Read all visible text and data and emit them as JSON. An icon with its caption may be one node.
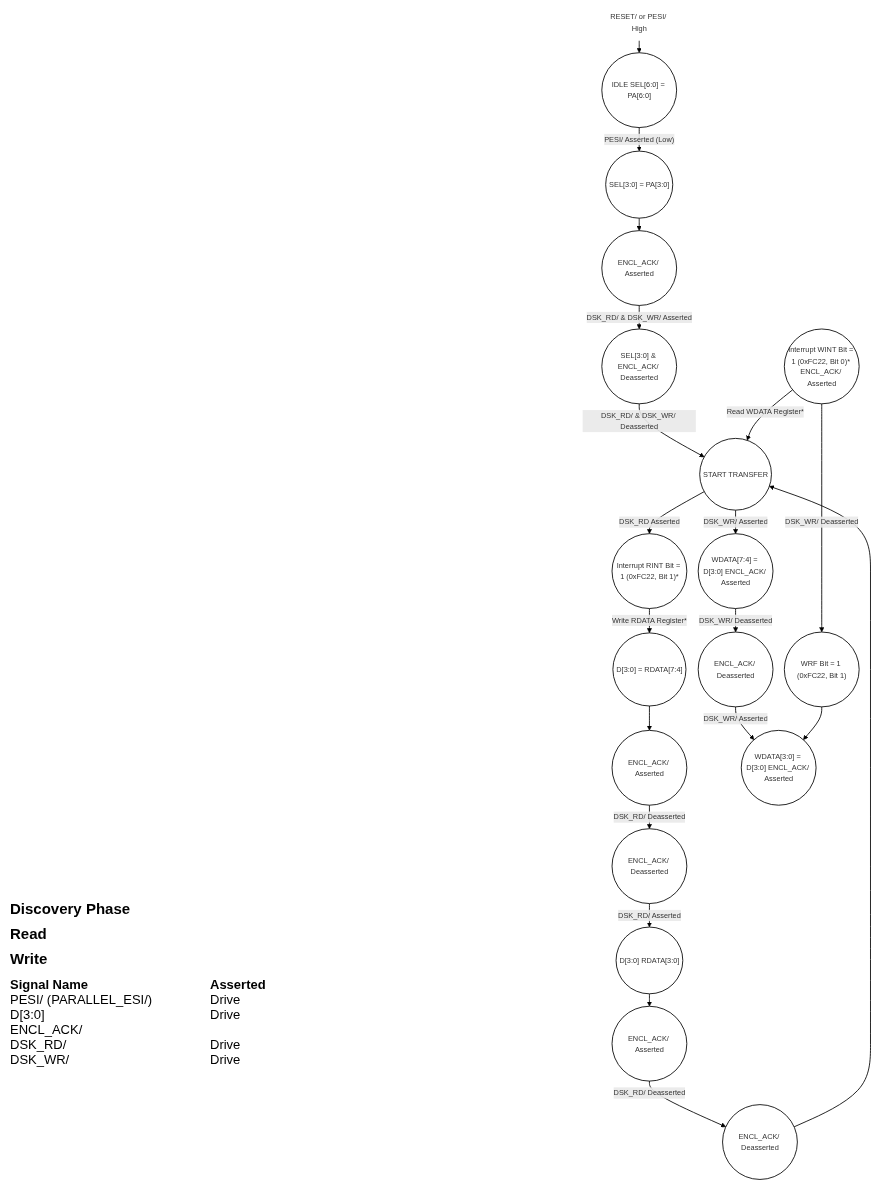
{
  "diagram": {
    "nodes": [
      {
        "text": [
          "RESET/ or PESI/ High"
        ]
      },
      {
        "text": [
          "IDLE SEL[6:0] = PA[6:0]"
        ]
      },
      {
        "text": [
          "SEL[3:0] = PA[3:0]"
        ]
      },
      {
        "text": [
          "ENCL_ACK/ Asserted"
        ]
      },
      {
        "text": [
          "SEL[3:0] & ENCL_ACK/ Deasserted"
        ]
      },
      {
        "text": [
          "START TRANSFER"
        ]
      },
      {
        "text": [
          "Interrupt RINT Bit = 1 (0xFC22, Bit 1)*"
        ]
      },
      {
        "text": [
          "D[3:0] = RDATA[7:4]"
        ]
      },
      {
        "text": [
          "ENCL_ACK/ Asserted"
        ]
      },
      {
        "text": [
          "ENCL_ACK/ Deasserted"
        ]
      },
      {
        "text": [
          "D[3:0] RDATA[3:0]"
        ]
      },
      {
        "text": [
          "ENCL_ACK/ Asserted"
        ]
      },
      {
        "text": [
          "ENCL_ACK/ Deasserted"
        ]
      },
      {
        "text": [
          "WDATA[7:4] = D[3:0] ENCL_ACK/ Asserted"
        ]
      },
      {
        "text": [
          "ENCL_ACK/ Deasserted"
        ]
      },
      {
        "text": [
          "Interrupt WINT Bit = 1 (0xFC22, Bit 0)* ENCL_ACK/ Asserted"
        ]
      },
      {
        "text": [
          "WRF Bit = 1 (0xFC22, Bit 1)"
        ]
      },
      {
        "text": [
          "WDATA[3:0] = D[3:0] ENCL_ACK/ Asserted"
        ]
      }
    ],
    "edges": [
      {
        "from": 0,
        "to": 1,
        "arrow": "to"
      },
      {
        "from": 1,
        "to": 2,
        "arrow": "to",
        "label": "PESI/ Asserted (Low)"
      },
      {
        "from": 2,
        "to": 3,
        "arrow": "to"
      },
      {
        "from": 3,
        "to": 4,
        "arrow": "to",
        "label": "DSK_RD/ & DSK_WR/ Asserted"
      },
      {
        "from": 4,
        "to": 5,
        "arrow": "to",
        "label": "DSK_RD/ & DSK_WR/ Deasserted"
      },
      {
        "from": 5,
        "to": 6,
        "arrow": "to",
        "label": "DSK_RD Asserted"
      },
      {
        "from": 6,
        "to": 7,
        "arrow": "to",
        "label": "Write RDATA Register*"
      },
      {
        "from": 7,
        "to": 8,
        "arrow": "to"
      },
      {
        "from": 8,
        "to": 9,
        "arrow": "to",
        "label": "DSK_RD/ Deasserted"
      },
      {
        "from": 9,
        "to": 10,
        "arrow": "to",
        "label": "DSK_RD/ Asserted"
      },
      {
        "from": 10,
        "to": 11,
        "arrow": "to"
      },
      {
        "from": 11,
        "to": 12,
        "arrow": "to",
        "label": "DSK_RD/ Deasserted"
      },
      {
        "from": 12,
        "to": 5,
        "arrow": "to"
      },
      {
        "from": 5,
        "to": 13,
        "arrow": "to",
        "label": "DSK_WR/ Asserted"
      },
      {
        "from": 13,
        "to": 14,
        "arrow": "to",
        "label": "DSK_WR/ Deasserted"
      },
      {
        "from": 14,
        "to": 17,
        "arrow": "to",
        "label": "DSK_WR/ Asserted"
      },
      {
        "from": 15,
        "to": 5,
        "arrow": "to",
        "label": "Read WDATA Register*"
      },
      {
        "from": 15,
        "to": 16,
        "arrow": "to",
        "label": "DSK_WR/ Deasserted"
      },
      {
        "from": 16,
        "to": 17,
        "arrow": "to"
      }
    ],
    "labels": [
      "Discovery Phase",
      "Read",
      "Write",
      "Signal Name",
      "Asserted",
      "PESI/ (PARALLEL_ESI/)",
      "Drive",
      "D[3:0]",
      "Drive",
      "ENCL_ACK/",
      "DSK_RD/",
      "Drive",
      "DSK_WR/",
      "Drive"
    ]
  }
}
